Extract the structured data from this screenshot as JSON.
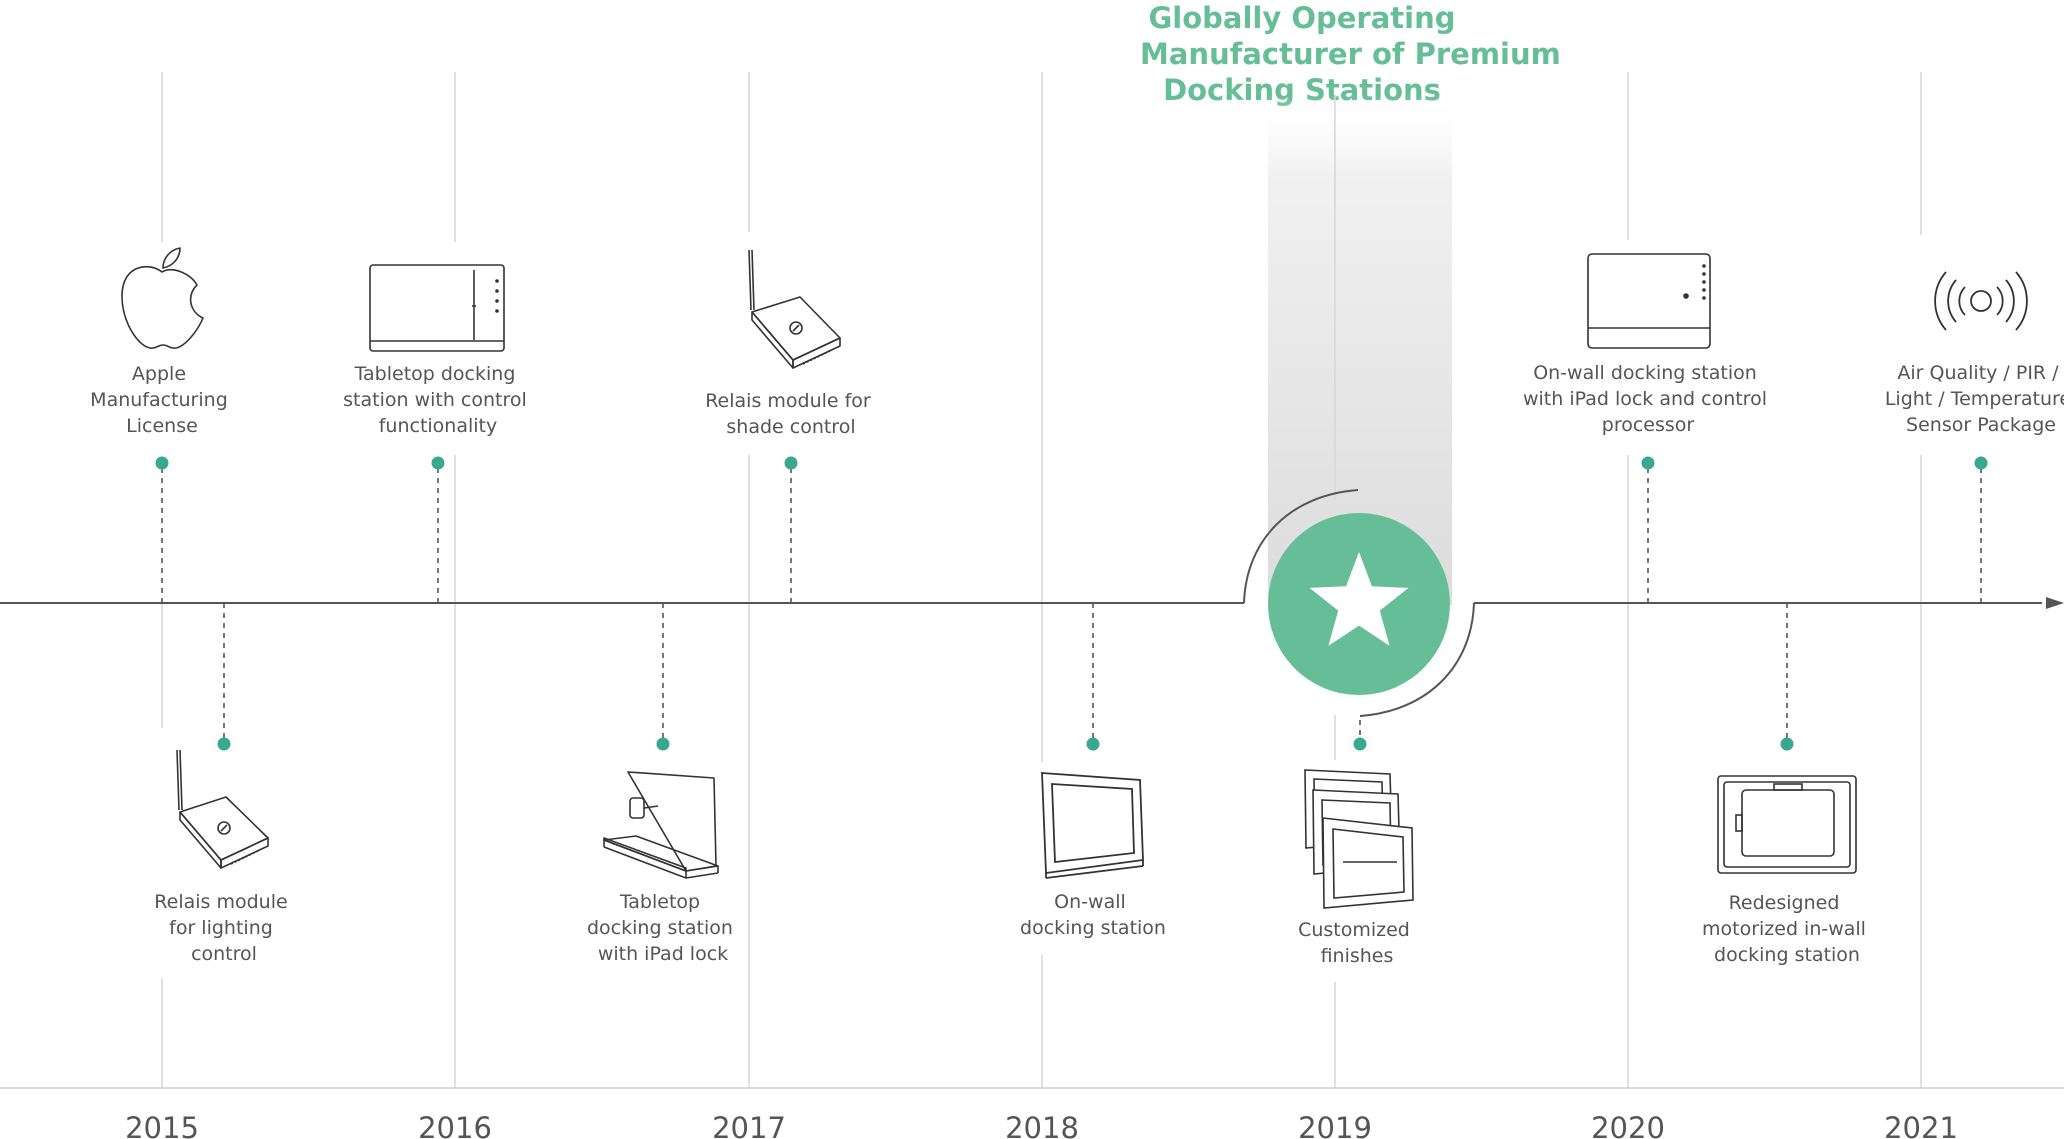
{
  "headline": {
    "lines": [
      "Globally Operating",
      "Manufacturer of Premium",
      "Docking Stations"
    ]
  },
  "years": [
    "2015",
    "2016",
    "2017",
    "2018",
    "2019",
    "2020",
    "2021"
  ],
  "milestones_top": [
    {
      "icon": "apple-logo-icon",
      "lines": [
        "Apple",
        "Manufacturing",
        "License"
      ]
    },
    {
      "icon": "tabletop-dock-icon",
      "lines": [
        "Tabletop docking",
        "station with control",
        "functionality"
      ]
    },
    {
      "icon": "relais-module-icon",
      "lines": [
        "Relais module for",
        "shade control"
      ]
    },
    {
      "icon": "onwall-dock-lock-icon",
      "lines": [
        "On-wall docking station",
        "with iPad lock and control",
        "processor"
      ]
    },
    {
      "icon": "sensor-signal-icon",
      "lines": [
        "Air Quality / PIR /",
        "Light / Temperature",
        "Sensor Package"
      ]
    }
  ],
  "milestones_bottom": [
    {
      "icon": "relais-module-icon",
      "lines": [
        "Relais module",
        "for lighting",
        "control"
      ]
    },
    {
      "icon": "tabletop-stand-icon",
      "lines": [
        "Tabletop",
        "docking station",
        "with iPad lock"
      ]
    },
    {
      "icon": "wall-frame-icon",
      "lines": [
        "On-wall",
        "docking station"
      ]
    },
    {
      "icon": "stacked-frames-icon",
      "lines": [
        "Customized",
        "finishes"
      ]
    },
    {
      "icon": "motorized-inwall-icon",
      "lines": [
        "Redesigned",
        "motorized in-wall",
        "docking station"
      ]
    }
  ],
  "colors": {
    "accent": "#66be98",
    "dot": "#3aa88f",
    "line": "#555555",
    "text": "#555555",
    "grid": "#d8d8d8"
  },
  "highlight_icon": "star-icon"
}
